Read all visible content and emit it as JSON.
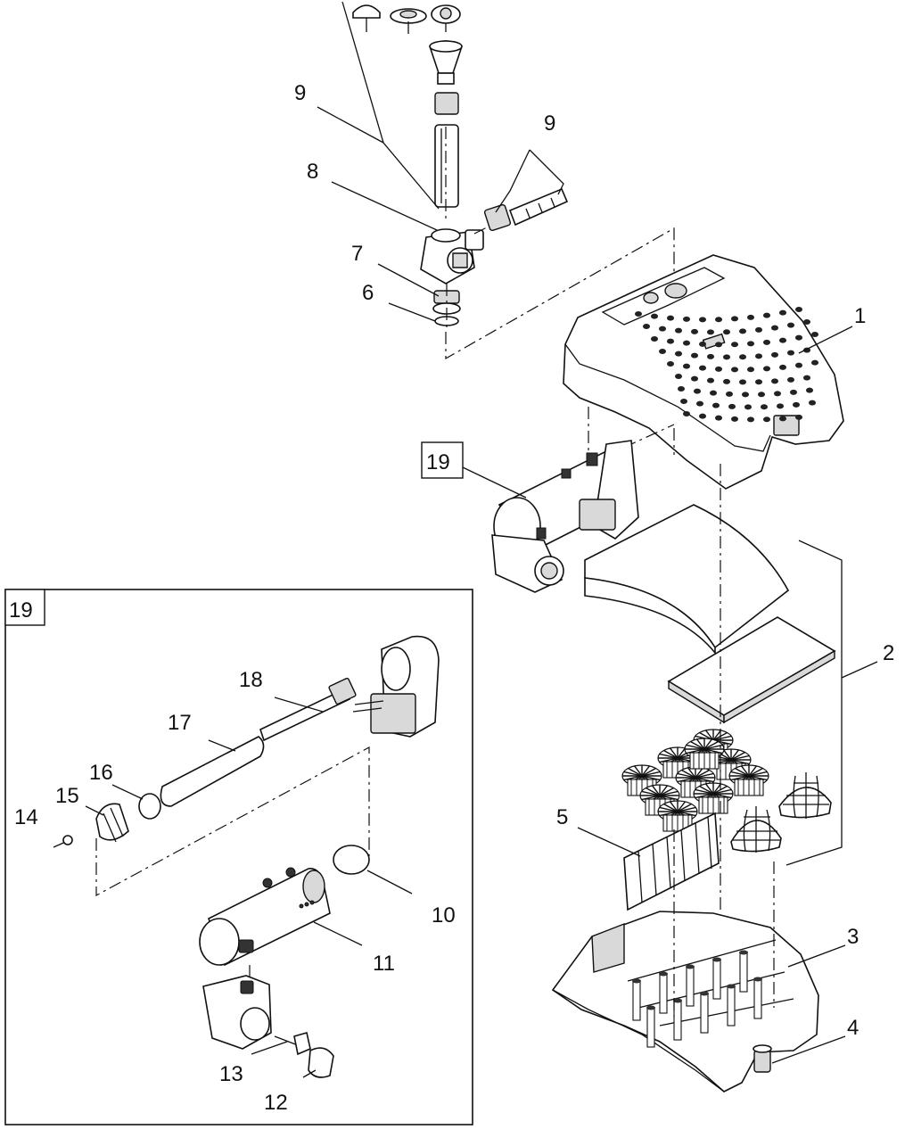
{
  "callouts": [
    {
      "id": "c1",
      "label": "1"
    },
    {
      "id": "c2",
      "label": "2"
    },
    {
      "id": "c3",
      "label": "3"
    },
    {
      "id": "c4",
      "label": "4"
    },
    {
      "id": "c5",
      "label": "5"
    },
    {
      "id": "c6",
      "label": "6"
    },
    {
      "id": "c7",
      "label": "7"
    },
    {
      "id": "c8",
      "label": "8"
    },
    {
      "id": "c9a",
      "label": "9"
    },
    {
      "id": "c9b",
      "label": "9"
    },
    {
      "id": "c10",
      "label": "10"
    },
    {
      "id": "c11",
      "label": "11"
    },
    {
      "id": "c12",
      "label": "12"
    },
    {
      "id": "c13",
      "label": "13"
    },
    {
      "id": "c14",
      "label": "14"
    },
    {
      "id": "c15",
      "label": "15"
    },
    {
      "id": "c16",
      "label": "16"
    },
    {
      "id": "c17",
      "label": "17"
    },
    {
      "id": "c18",
      "label": "18"
    }
  ],
  "boxed_labels": {
    "main": "19",
    "inset": "19"
  }
}
